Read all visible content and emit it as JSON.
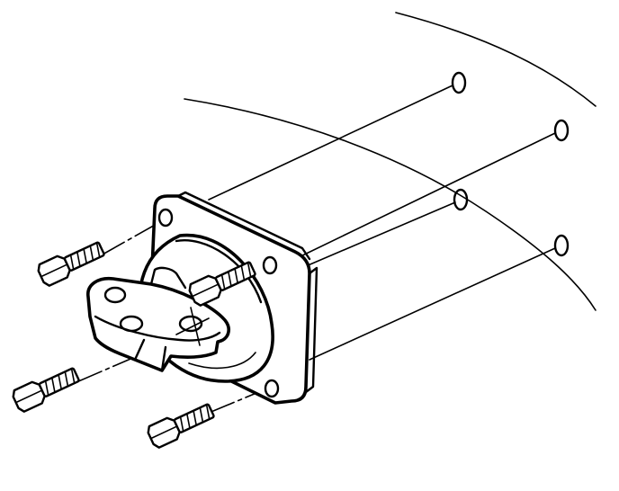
{
  "figure": {
    "colors": {
      "line": "#000000",
      "background": "#ffffff"
    },
    "parts": [
      {
        "name": "mount-flange",
        "icon": "square-flange-icon"
      },
      {
        "name": "bracket",
        "icon": "mounting-bracket-icon"
      },
      {
        "name": "bolts",
        "count": 4,
        "icon": "hex-bolt-icon"
      },
      {
        "name": "mounting-holes",
        "count": 4,
        "icon": "hole-icon"
      }
    ]
  }
}
